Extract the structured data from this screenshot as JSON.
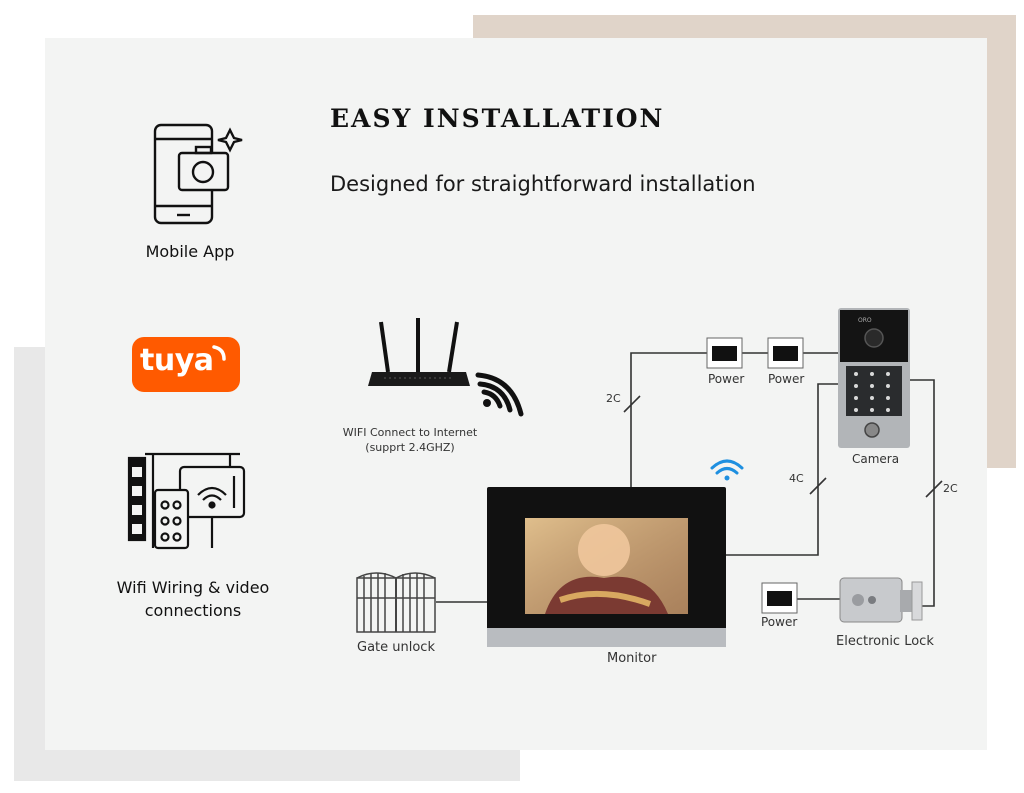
{
  "header": {
    "title": "EASY INSTALLATION",
    "subtitle": "Designed for straightforward installation"
  },
  "features": [
    {
      "icon": "mobile-camera-icon",
      "label": "Mobile App"
    },
    {
      "icon": "tuya-logo",
      "label": "tuya"
    },
    {
      "icon": "wifi-wiring-icon",
      "label_line1": "Wifi Wiring & video",
      "label_line2": "connections"
    }
  ],
  "diagram": {
    "router_label_line1": "WIFI Connect to Internet",
    "router_label_line2": "(supprt 2.4GHZ)",
    "monitor_label": "Monitor",
    "camera_label": "Camera",
    "gate_label": "Gate unlock",
    "lock_label": "Electronic Lock",
    "power_labels": [
      "Power",
      "Power",
      "Power"
    ],
    "wire_labels": [
      "2C",
      "4C",
      "2C"
    ],
    "camera_brand": "ORO"
  },
  "colors": {
    "accent_tuya": "#ff5a00",
    "wifi_blue": "#1e8fe0",
    "deco_tan": "#e0d4c9",
    "deco_grey": "#e8e8e8",
    "card_bg": "#f3f4f3"
  }
}
